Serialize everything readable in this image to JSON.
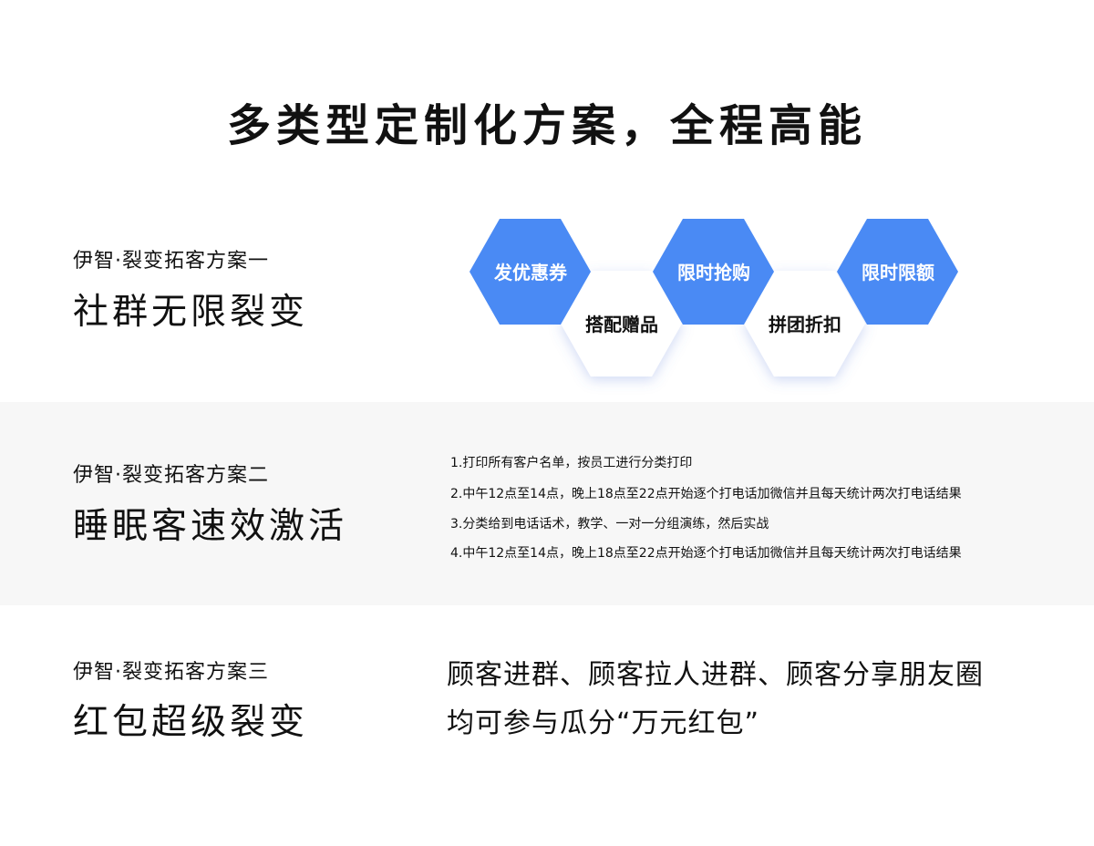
{
  "title": "多类型定制化方案，全程高能",
  "sections": [
    {
      "subtitle": "伊智·裂变拓客方案一",
      "heading": "社群无限裂变",
      "hexagons": [
        {
          "label": "发优惠券",
          "style": "blue"
        },
        {
          "label": "搭配赠品",
          "style": "white"
        },
        {
          "label": "限时抢购",
          "style": "blue"
        },
        {
          "label": "拼团折扣",
          "style": "white"
        },
        {
          "label": "限时限额",
          "style": "blue"
        }
      ]
    },
    {
      "subtitle": "伊智·裂变拓客方案二",
      "heading": "睡眠客速效激活",
      "steps": [
        "1.打印所有客户名单，按员工进行分类打印",
        "2.中午12点至14点，晚上18点至22点开始逐个打电话加微信并且每天统计两次打电话结果",
        "3.分类给到电话话术，教学、一对一分组演练，然后实战",
        "4.中午12点至14点，晚上18点至22点开始逐个打电话加微信并且每天统计两次打电话结果"
      ]
    },
    {
      "subtitle": "伊智·裂变拓客方案三",
      "heading": "红包超级裂变",
      "promo_lines": [
        "顾客进群、顾客拉人进群、顾客分享朋友圈",
        "均可参与瓜分“万元红包”"
      ]
    }
  ],
  "colors": {
    "accent": "#4a8af4",
    "band": "#f7f7f7"
  }
}
